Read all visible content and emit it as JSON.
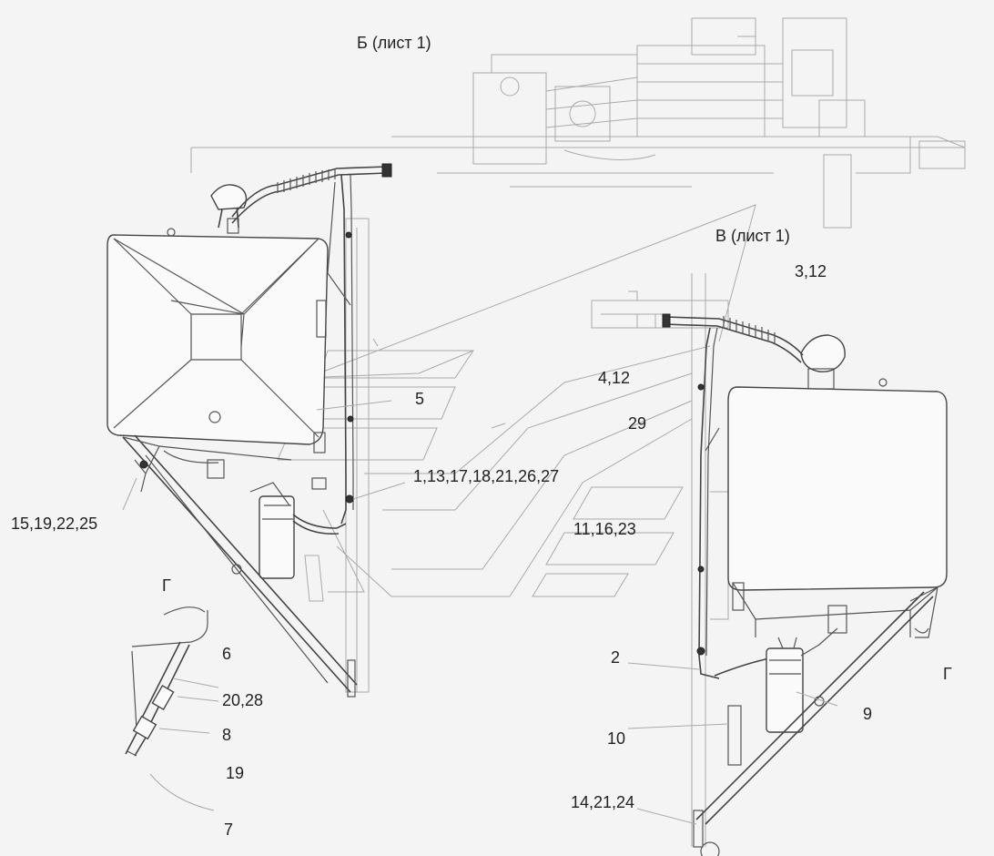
{
  "labels": {
    "view_b": "Б (лист 1)",
    "view_v": "В (лист 1)",
    "view_g_left": "Г",
    "view_g_right": "Г",
    "l_3_12": "3,12",
    "l_4_12": "4,12",
    "l_5": "5",
    "l_29": "29",
    "l_1_13": "1,13,17,18,21,26,27",
    "l_11_16": "11,16,23",
    "l_15_19": "15,19,22,25",
    "l_6": "6",
    "l_20_28": "20,28",
    "l_8": "8",
    "l_19": "19",
    "l_7": "7",
    "l_2": "2",
    "l_10": "10",
    "l_9": "9",
    "l_14_21": "14,21,24"
  }
}
